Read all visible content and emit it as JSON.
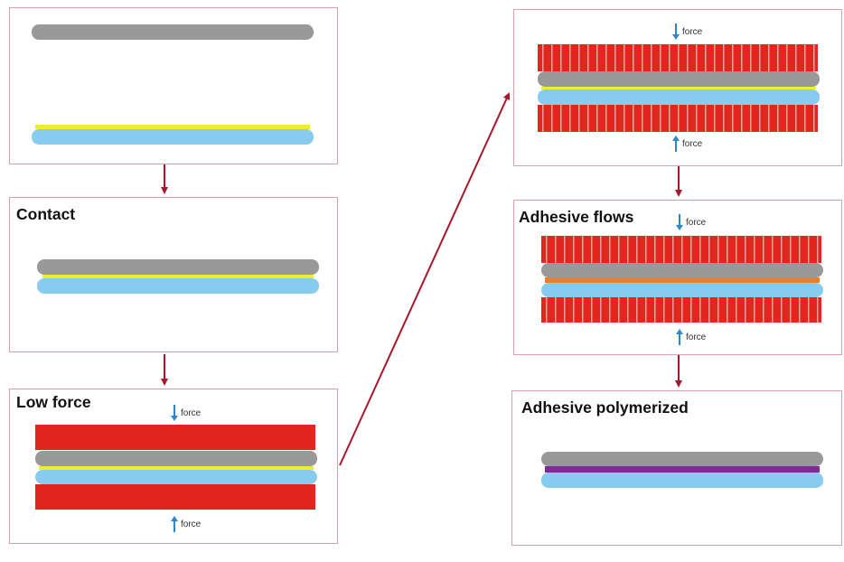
{
  "panels": {
    "initial": {
      "title": ""
    },
    "contact": {
      "title": "Contact"
    },
    "low_force": {
      "title": "Low force",
      "force_top": "force",
      "force_bottom": "force"
    },
    "high_force": {
      "title": "",
      "force_top": "force",
      "force_bottom": "force"
    },
    "adhesive_flows": {
      "title": "Adhesive flows",
      "force_top": "force",
      "force_bottom": "force"
    },
    "adhesive_polymerized": {
      "title": "Adhesive polymerized"
    }
  },
  "colors": {
    "frame_border": "#d9a2aa",
    "flow_arrow": "#a8162a",
    "force_arrow": "#2f86c8",
    "substrate_top": "#999999",
    "substrate_bottom": "#87ccef",
    "adhesive_uncured": "#f2ec2e",
    "adhesive_flowing": "#f07e25",
    "adhesive_cured": "#7e2c93",
    "press_plate": "#e0261e"
  },
  "icons": [
    "down-arrow-icon",
    "up-arrow-icon"
  ]
}
